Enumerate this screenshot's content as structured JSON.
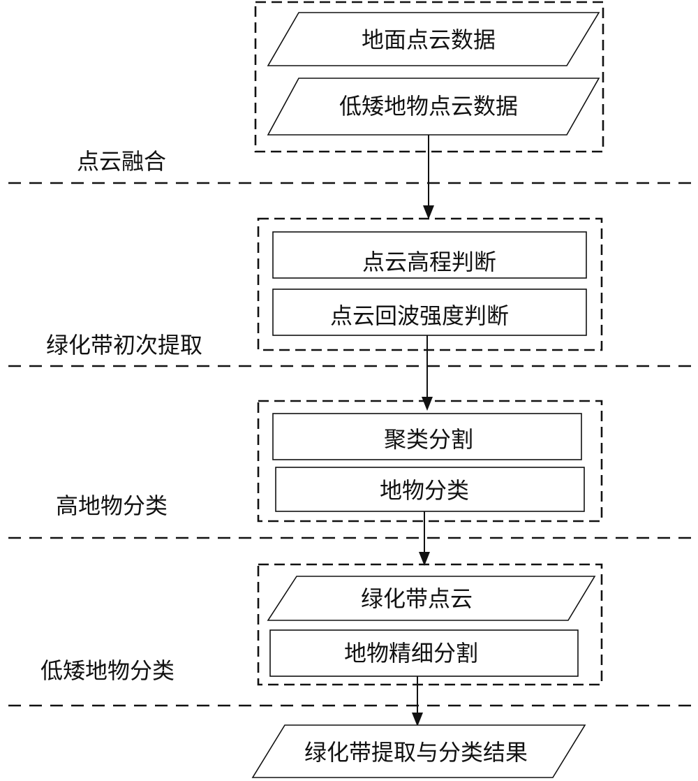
{
  "stages": [
    {
      "label": "点云融合",
      "nodes": [
        {
          "shape": "parallelogram",
          "text": "地面点云数据"
        },
        {
          "shape": "parallelogram",
          "text": "低矮地物点云数据"
        }
      ]
    },
    {
      "label": "绿化带初次提取",
      "nodes": [
        {
          "shape": "rect",
          "text": "点云高程判断"
        },
        {
          "shape": "rect",
          "text": "点云回波强度判断"
        }
      ]
    },
    {
      "label": "高地物分类",
      "nodes": [
        {
          "shape": "rect",
          "text": "聚类分割"
        },
        {
          "shape": "rect",
          "text": "地物分类"
        }
      ]
    },
    {
      "label": "低矮地物分类",
      "nodes": [
        {
          "shape": "parallelogram",
          "text": "绿化带点云"
        },
        {
          "shape": "rect",
          "text": "地物精细分割"
        }
      ]
    }
  ],
  "result": {
    "shape": "parallelogram",
    "text": "绿化带提取与分类结果"
  },
  "colors": {
    "stroke": "#111111",
    "background": "#ffffff"
  }
}
